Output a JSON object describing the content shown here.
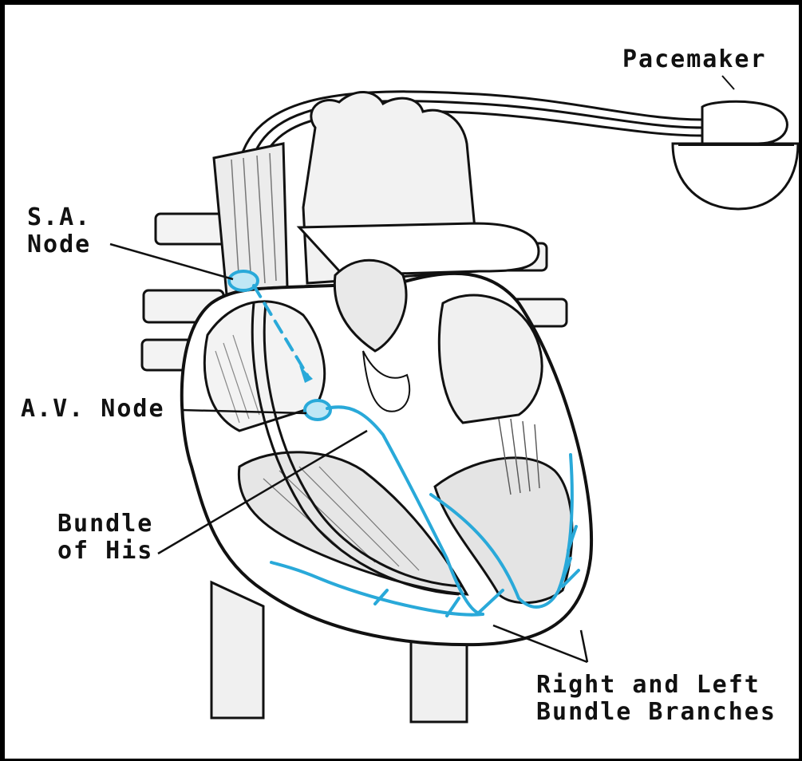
{
  "labels": {
    "pacemaker": "Pacemaker",
    "sa_node": [
      "S.A.",
      "Node"
    ],
    "av_node": "A.V. Node",
    "bundle_of_his": [
      "Bundle",
      "of His"
    ],
    "bundle_branches": [
      "Right and Left",
      "Bundle Branches"
    ]
  },
  "colors": {
    "conduction": "#29a9d9",
    "ink": "#111111",
    "shade": "#dedede",
    "background": "#ffffff"
  },
  "icons": [
    "pacemaker-device-icon",
    "heart-illustration"
  ]
}
